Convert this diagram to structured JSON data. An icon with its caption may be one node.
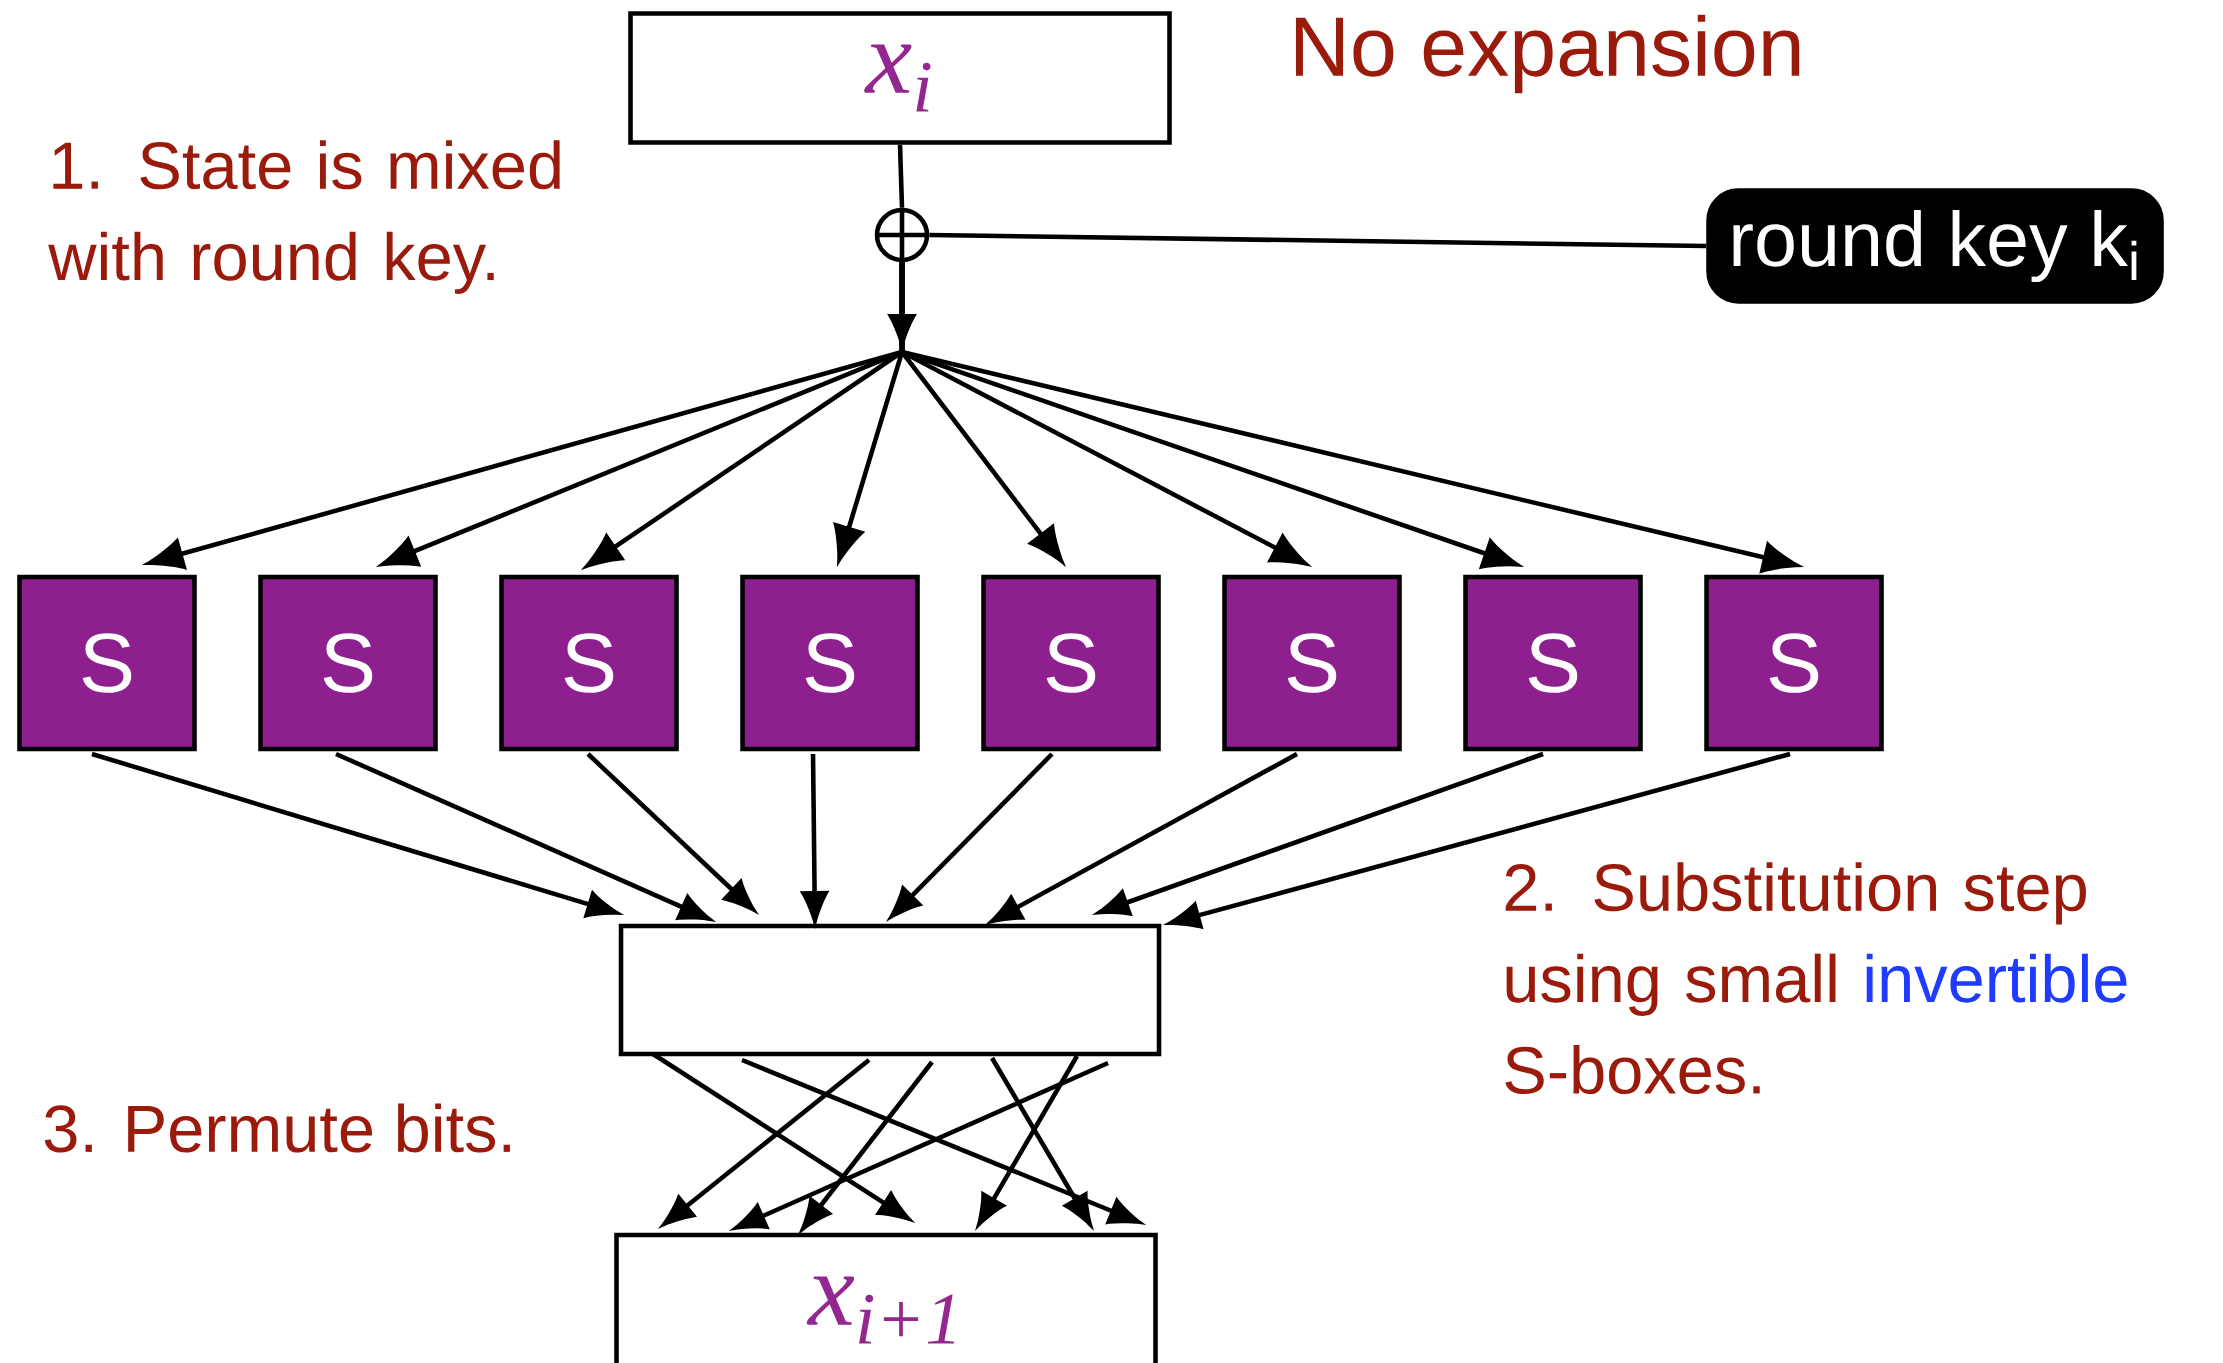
{
  "diagram": {
    "nodes": [
      {
        "text": [
          "x$_{i}$"
        ]
      },
      {
        "text": [],
        "shape": "circle"
      },
      {
        "text": [
          "round key k$_{i}$"
        ]
      },
      {
        "text": [
          "S"
        ]
      },
      {
        "text": [
          "S"
        ]
      },
      {
        "text": [
          "S"
        ]
      },
      {
        "text": [
          "S"
        ]
      },
      {
        "text": [
          "S"
        ]
      },
      {
        "text": [
          "S"
        ]
      },
      {
        "text": [
          "S"
        ]
      },
      {
        "text": [
          "S"
        ]
      },
      {
        "text": [],
        "shape": "box"
      },
      {
        "text": [
          "x$_{i+1}$"
        ]
      }
    ],
    "edges": [
      {
        "from": 0,
        "to": 1,
        "arrow": "none"
      },
      {
        "from": 2,
        "to": 1,
        "arrow": "none"
      },
      {
        "from": 1,
        "to": 3,
        "arrow": "to"
      },
      {
        "from": 1,
        "to": 4,
        "arrow": "to"
      },
      {
        "from": 1,
        "to": 5,
        "arrow": "to"
      },
      {
        "from": 1,
        "to": 6,
        "arrow": "to"
      },
      {
        "from": 1,
        "to": 7,
        "arrow": "to"
      },
      {
        "from": 1,
        "to": 8,
        "arrow": "to"
      },
      {
        "from": 1,
        "to": 9,
        "arrow": "to"
      },
      {
        "from": 1,
        "to": 10,
        "arrow": "to"
      },
      {
        "from": 3,
        "to": 11,
        "arrow": "to"
      },
      {
        "from": 4,
        "to": 11,
        "arrow": "to"
      },
      {
        "from": 5,
        "to": 11,
        "arrow": "to"
      },
      {
        "from": 6,
        "to": 11,
        "arrow": "to"
      },
      {
        "from": 7,
        "to": 11,
        "arrow": "to"
      },
      {
        "from": 8,
        "to": 11,
        "arrow": "to"
      },
      {
        "from": 9,
        "to": 11,
        "arrow": "to"
      },
      {
        "from": 10,
        "to": 11,
        "arrow": "to"
      },
      {
        "from": 11,
        "to": 12,
        "arrow": "to"
      },
      {
        "from": 11,
        "to": 12,
        "arrow": "to"
      },
      {
        "from": 11,
        "to": 12,
        "arrow": "to"
      },
      {
        "from": 11,
        "to": 12,
        "arrow": "to"
      },
      {
        "from": 11,
        "to": 12,
        "arrow": "to"
      },
      {
        "from": 11,
        "to": 12,
        "arrow": "to"
      },
      {
        "from": 11,
        "to": 12,
        "arrow": "to"
      }
    ],
    "labels": [
      "No expansion",
      "1. State is mixed with round key.",
      "2. Substitution step using small",
      "invertible",
      "S-boxes.",
      "3. Permute bits."
    ]
  }
}
